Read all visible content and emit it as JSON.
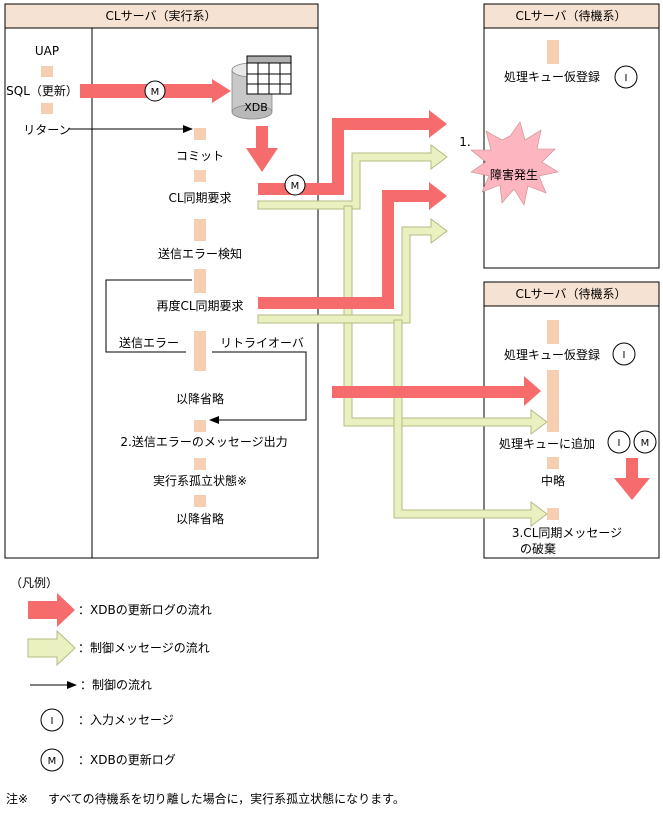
{
  "colors": {
    "header_fill": "#f6e2d2",
    "small_box": "#f6cfb2",
    "xdb_arrow": "#f66b6b",
    "ctrl_arrow": "#eaf0c0",
    "ctrl_arrow_stroke": "#b4bb84",
    "burst": "#fdb5bf"
  },
  "main_server": {
    "title": "CLサーバ（実行系）",
    "uap": "UAP",
    "sql": "SQL（更新）",
    "return": "リターン",
    "xdb": "XDB",
    "commit": "コミット",
    "cl_sync": "CL同期要求",
    "send_err_detect": "送信エラー検知",
    "resync": "再度CL同期要求",
    "send_err": "送信エラー",
    "retry_over": "リトライオーバ",
    "omitted": "以降省略",
    "send_err_msg": "2.送信エラーのメッセージ出力",
    "isolated": "実行系孤立状態※",
    "omitted2": "以降省略"
  },
  "standby1": {
    "title": "CLサーバ（待機系）",
    "provisional": "処理キュー仮登録",
    "fault_num": "1.",
    "fault": "障害発生"
  },
  "standby2": {
    "title": "CLサーバ（待機系）",
    "provisional": "処理キュー仮登録",
    "add_queue": "処理キューに追加",
    "middle": "中略",
    "discard": "3.CL同期メッセージ",
    "discard2": "の破棄"
  },
  "marks": {
    "i": "I",
    "m": "M"
  },
  "legend": {
    "title": "（凡例）",
    "xdb_flow": "：XDBの更新ログの流れ",
    "ctrl_msg": "：制御メッセージの流れ",
    "ctrl_flow": "：制御の流れ",
    "input_msg": "：入力メッセージ",
    "update_log": "：XDBの更新ログ"
  },
  "note": {
    "mark": "注※",
    "text": "すべての待機系を切り離した場合に，実行系孤立状態になります。"
  }
}
